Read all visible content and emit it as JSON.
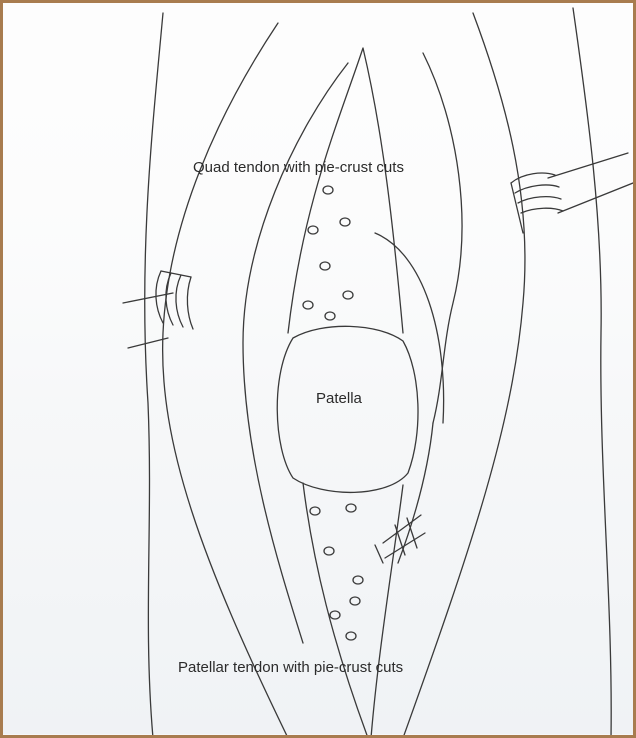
{
  "labels": {
    "quad_tendon": "Quad tendon with pie-crust cuts",
    "patella": "Patella",
    "patellar_tendon": "Patellar tendon with pie-crust cuts"
  },
  "colors": {
    "frame_border": "#a87c4f",
    "ink": "#3a3a3a",
    "background": "#fdfdfd"
  }
}
